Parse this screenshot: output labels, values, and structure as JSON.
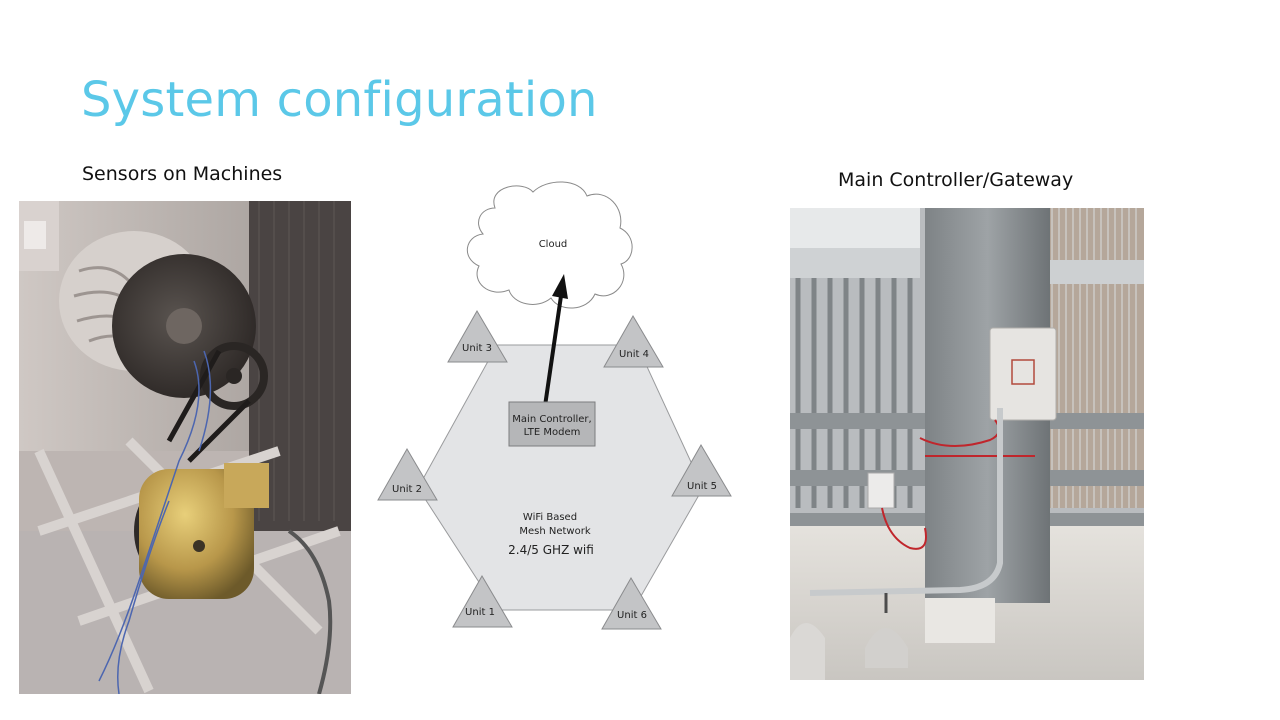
{
  "slide": {
    "title": "System configuration"
  },
  "left_panel": {
    "caption": "Sensors on Machines"
  },
  "right_panel": {
    "caption": "Main Controller/Gateway"
  },
  "diagram": {
    "cloud_label": "Cloud",
    "controller_line1": "Main Controller,",
    "controller_line2": "LTE Modem",
    "network_line1": "WiFi Based",
    "network_line2": "Mesh Network",
    "wifi_label": "2.4/5 GHZ wifi",
    "units": [
      "Unit 1",
      "Unit 2",
      "Unit 3",
      "Unit 4",
      "Unit 5",
      "Unit 6"
    ]
  },
  "colors": {
    "title": "#5bc8e8",
    "hexagon_fill": "#e3e4e6",
    "triangle_fill": "#c3c4c6",
    "controller_fill": "#b5b6b8"
  }
}
